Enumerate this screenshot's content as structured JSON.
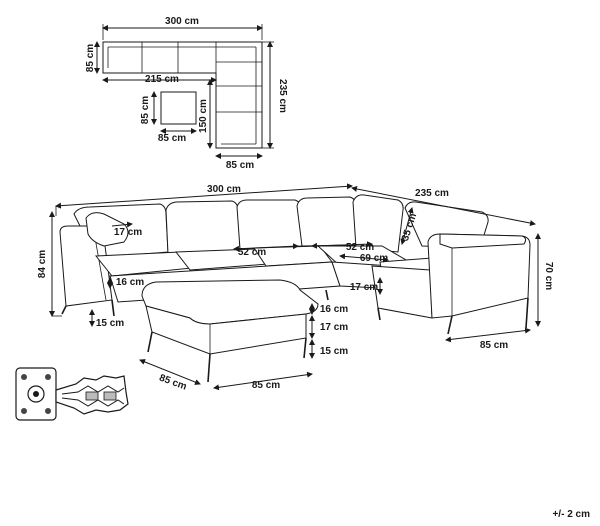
{
  "top_view": {
    "width_top": "300 cm",
    "depth_left": "85 cm",
    "inner_width": "215 cm",
    "total_depth": "235 cm",
    "inner_depth": "150 cm",
    "bottom_width": "85 cm",
    "ottoman_depth": "85 cm",
    "ottoman_width": "85 cm"
  },
  "sofa": {
    "width": "300 cm",
    "depth": "235 cm",
    "pillow": "17 cm",
    "backrest_left": "52 cm",
    "backrest_right": "52 cm",
    "backrest_height": "35 cm",
    "seat_depth": "69 cm",
    "armrest_height": "16 cm",
    "leg_right": "17 cm",
    "total_height": "84 cm",
    "leg_left": "15 cm",
    "right_height": "70 cm",
    "right_width": "85 cm"
  },
  "ottoman": {
    "cushion": "16 cm",
    "base": "17 cm",
    "legs": "15 cm",
    "depth": "85 cm",
    "width": "85 cm"
  },
  "tolerance": "+/- 2 cm",
  "icon": "connector-clip-icon"
}
